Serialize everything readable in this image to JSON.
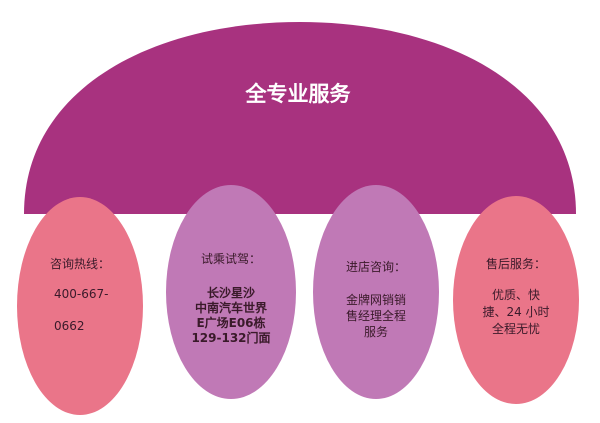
{
  "title": "全专业服务",
  "colors": {
    "dome": "#a8327f",
    "pink": "#ea7589",
    "violet": "#c079b6",
    "text_dark": "#3a1a2a",
    "text_title": "#ffffff"
  },
  "cards": [
    {
      "heading": "咨询热线：",
      "lines": [
        "400-667-",
        "0662"
      ]
    },
    {
      "heading": "试乘试驾：",
      "lines": [
        "长沙星沙",
        "中南汽车世界",
        "E广场E06栋",
        "129-132门面"
      ]
    },
    {
      "heading": "进店咨询：",
      "lines": [
        "金牌网销销",
        "售经理全程",
        "服务"
      ]
    },
    {
      "heading": "售后服务：",
      "lines": [
        "优质、快",
        "捷、24 小时",
        "全程无忧"
      ]
    }
  ]
}
